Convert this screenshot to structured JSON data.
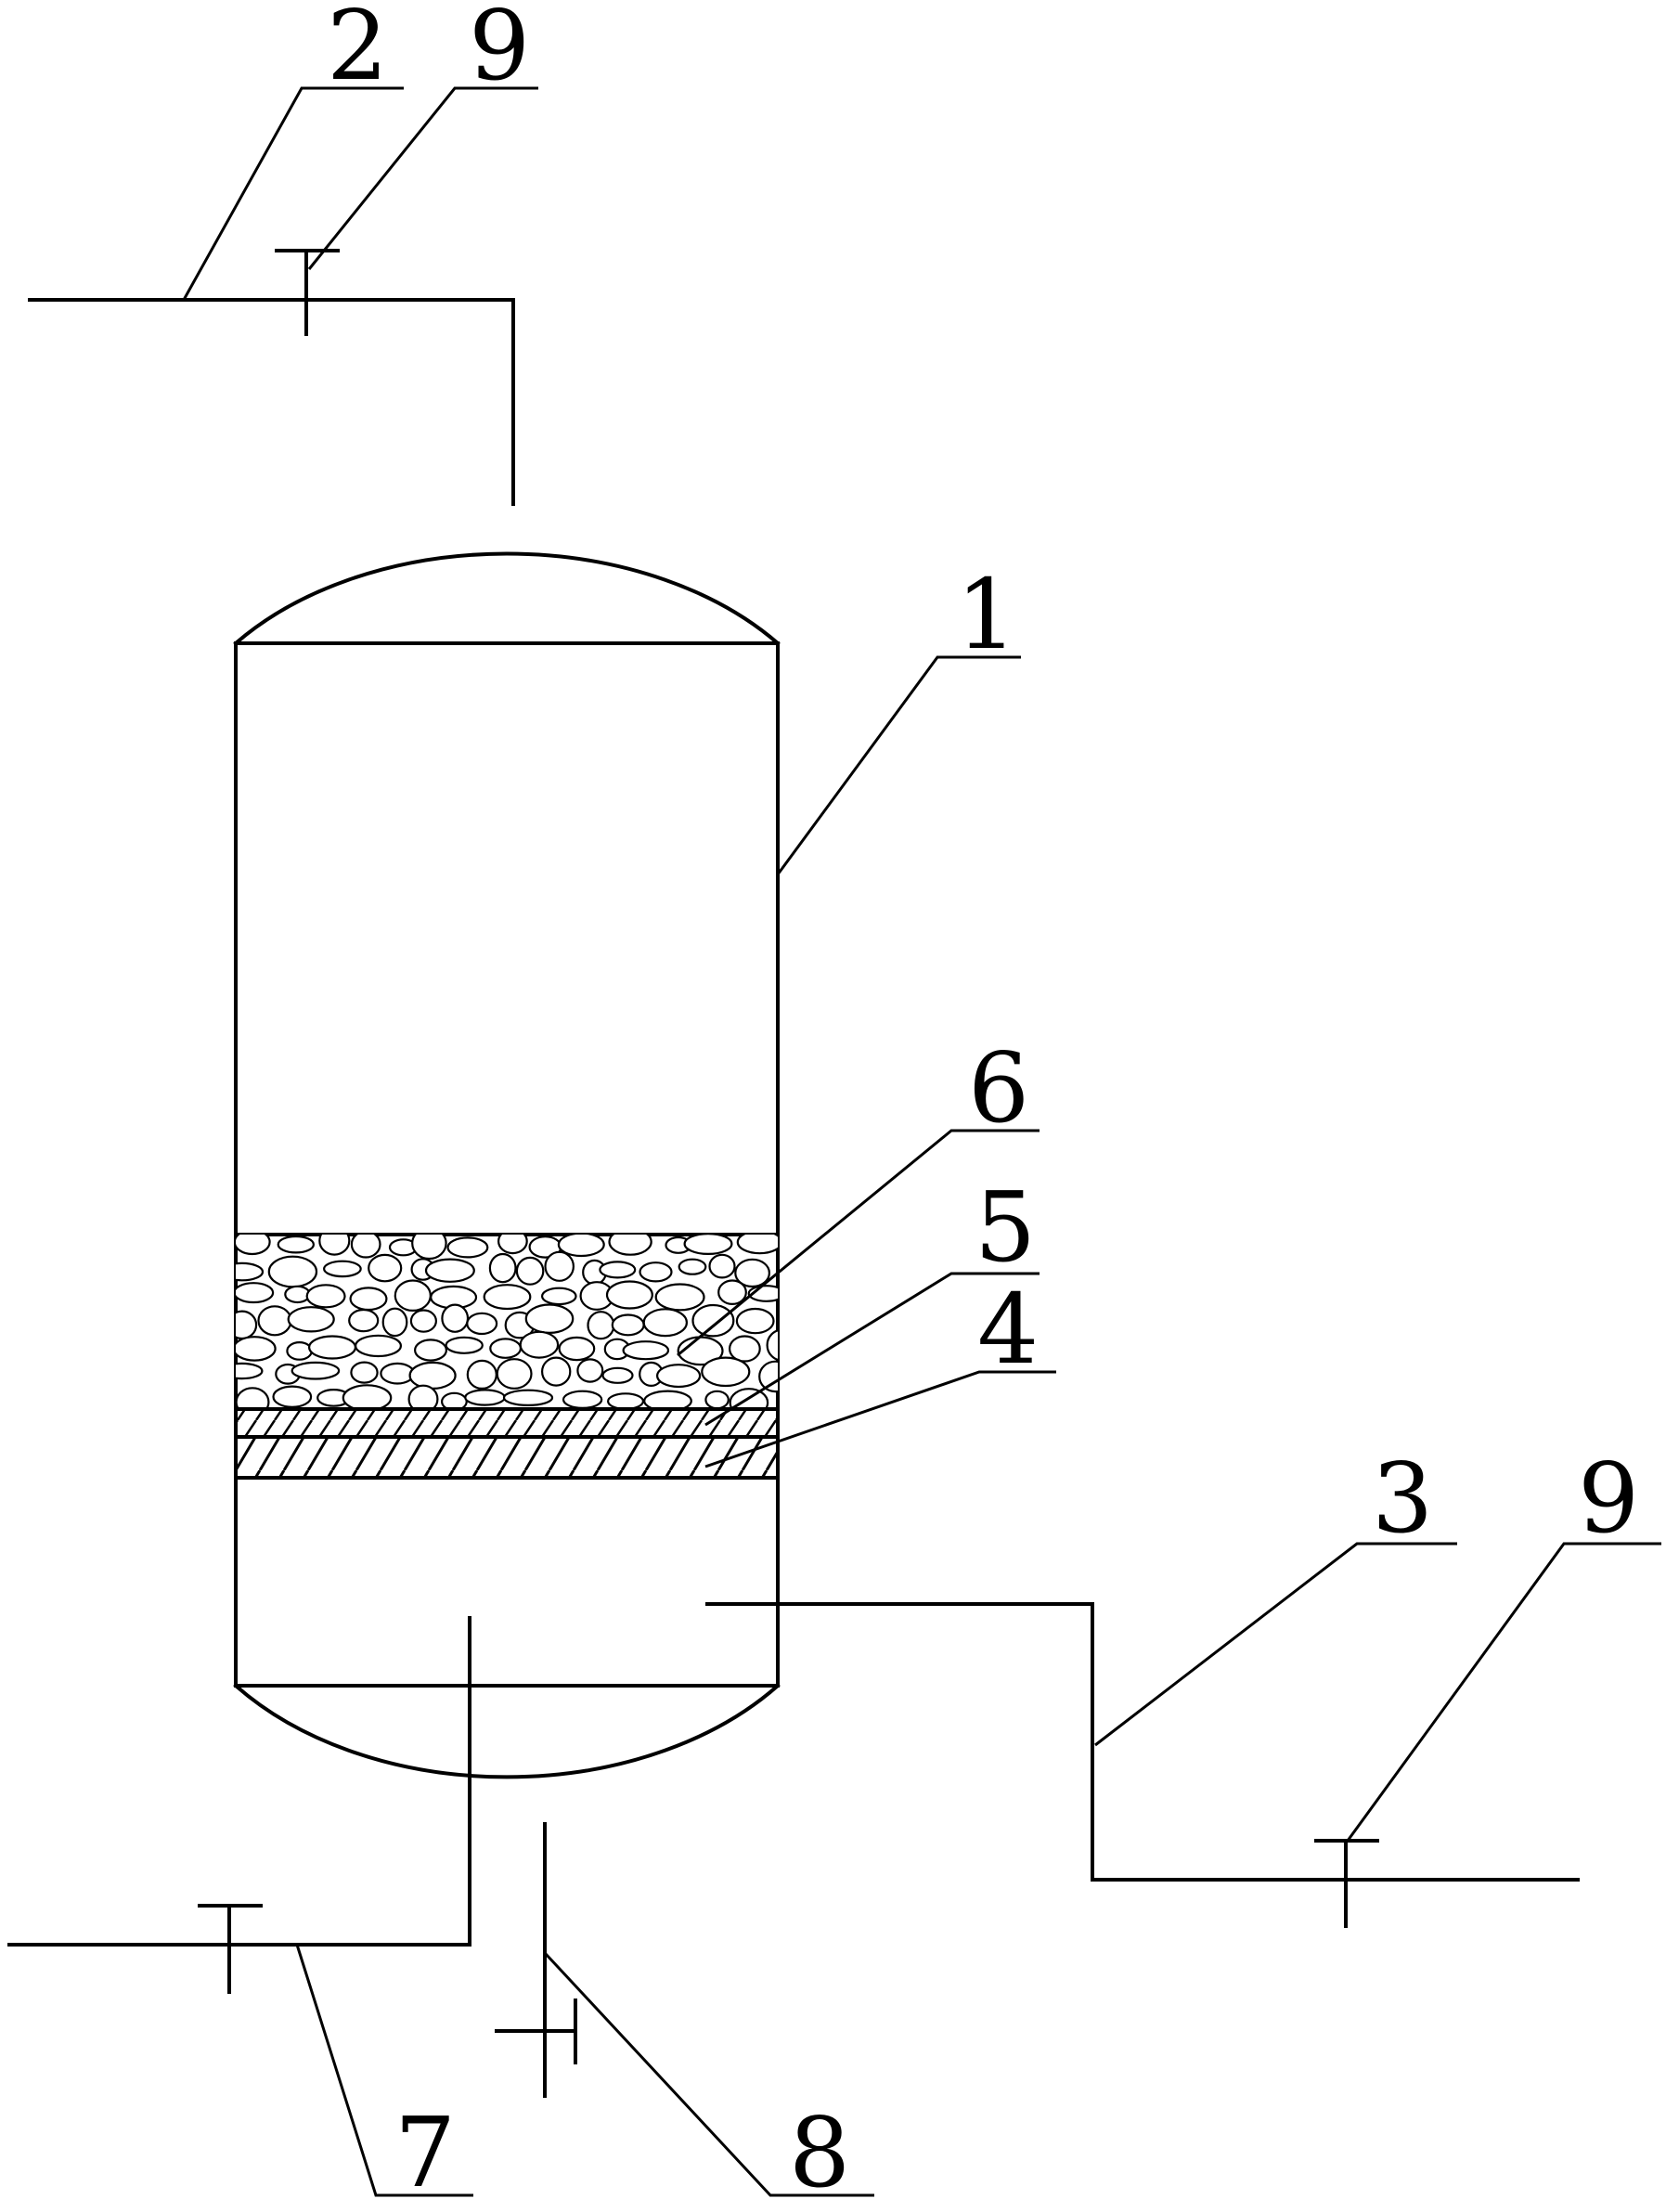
{
  "labels": {
    "vessel": "1",
    "inlet_pipe": "2",
    "outlet_pipe": "3",
    "support_plate": "4",
    "mesh_layer": "5",
    "packing_layer": "6",
    "bottom_left_pipe": "7",
    "drain_pipe": "8",
    "valve_top": "9",
    "valve_right": "9"
  },
  "colors": {
    "line": "#000000",
    "background": "#ffffff"
  }
}
